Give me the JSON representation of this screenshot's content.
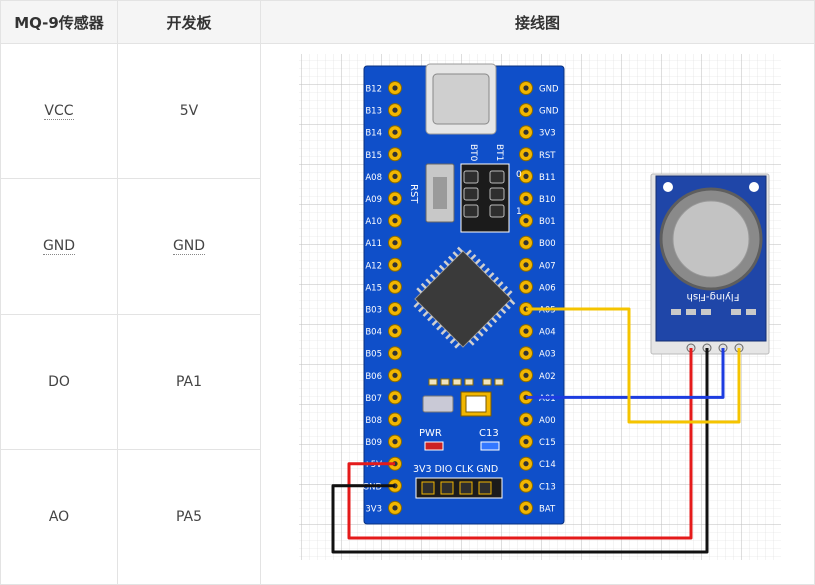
{
  "headers": {
    "sensor": "MQ-9传感器",
    "board": "开发板",
    "diagram": "接线图"
  },
  "rows": [
    {
      "sensor": "VCC",
      "board": "5V"
    },
    {
      "sensor": "GND",
      "board": "GND"
    },
    {
      "sensor": "DO",
      "board": "PA1"
    },
    {
      "sensor": "AO",
      "board": "PA5"
    }
  ],
  "board": {
    "left_pins": [
      "B12",
      "B13",
      "B14",
      "B15",
      "A08",
      "A09",
      "A10",
      "A11",
      "A12",
      "A15",
      "B03",
      "B04",
      "B05",
      "B06",
      "B07",
      "B08",
      "B09",
      "+5V",
      "GND",
      "3V3"
    ],
    "right_pins": [
      "GND",
      "GND",
      "3V3",
      "RST",
      "B11",
      "B10",
      "B01",
      "B00",
      "A07",
      "A06",
      "A05",
      "A04",
      "A03",
      "A02",
      "A01",
      "A00",
      "C15",
      "C14",
      "C13",
      "BAT"
    ],
    "labels": {
      "rst": "RST",
      "bt0": "BT0",
      "bt1": "BT1",
      "zero": "0",
      "one": "1",
      "pwr": "PWR",
      "c13": "C13",
      "header": "3V3 DIO CLK GND"
    },
    "color": "#0f4fc9"
  },
  "sensor_module": {
    "label": "Flying-Fish",
    "color": "#1f46a8"
  },
  "wires": {
    "red": "#e41a1a",
    "black": "#111111",
    "blue": "#1d3ce0",
    "yellow": "#f5c400"
  }
}
